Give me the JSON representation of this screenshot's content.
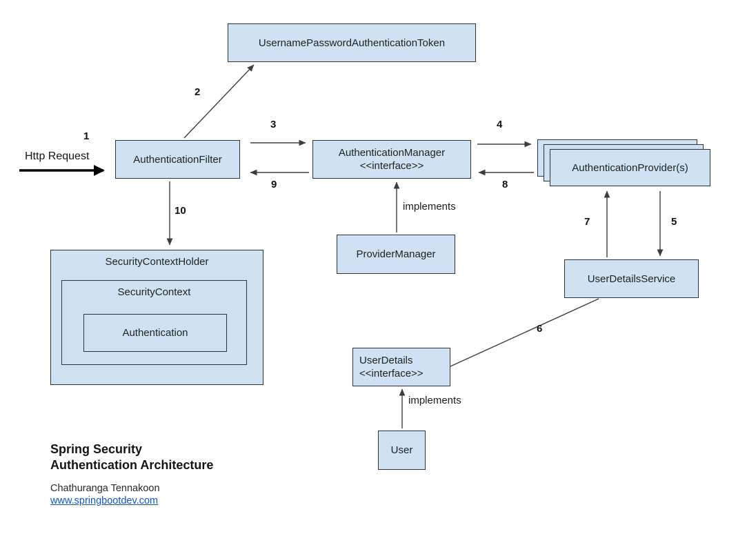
{
  "colors": {
    "node_fill": "#cfe2f3",
    "node_border": "#2f3237",
    "arrow": "#3d3d3d",
    "link": "#1155cc"
  },
  "nodes": {
    "token": "UsernamePasswordAuthenticationToken",
    "filter": "AuthenticationFilter",
    "manager_name": "AuthenticationManager",
    "manager_stereotype": "<<interface>>",
    "providers": "AuthenticationProvider(s)",
    "provider_manager": "ProviderManager",
    "security_context_holder": "SecurityContextHolder",
    "security_context": "SecurityContext",
    "authentication": "Authentication",
    "user_details_service": "UserDetailsService",
    "user_details_name": "UserDetails",
    "user_details_stereotype": "<<interface>>",
    "user": "User"
  },
  "edge_labels": {
    "http_request": "Http Request",
    "implements_manager": "implements",
    "implements_user_details": "implements",
    "steps": [
      "1",
      "2",
      "3",
      "4",
      "5",
      "6",
      "7",
      "8",
      "9",
      "10"
    ]
  },
  "footer": {
    "title_line1": "Spring Security",
    "title_line2": "Authentication Architecture",
    "author": "Chathuranga Tennakoon",
    "link": "www.springbootdev.com"
  }
}
